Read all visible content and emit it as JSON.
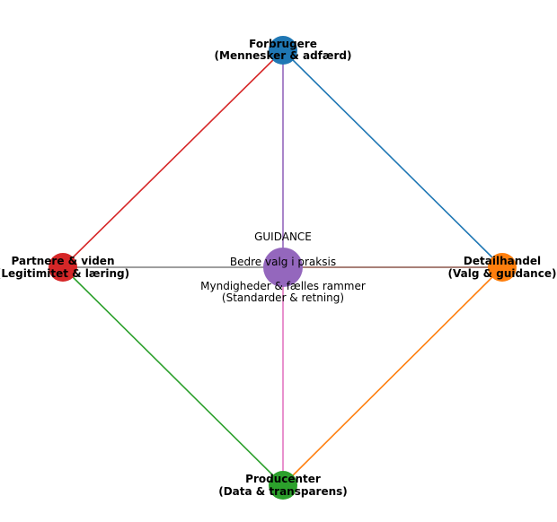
{
  "diagram": {
    "center": {
      "title": "GUIDANCE",
      "line1": "Bedre valg i praksis",
      "sub1": "Myndigheder & fælles rammer",
      "sub2": "(Standarder & retning)",
      "color": "#9467bd"
    },
    "nodes": {
      "top": {
        "line1": "Forbrugere",
        "line2": "(Mennesker & adfærd)",
        "color": "#1f77b4"
      },
      "right": {
        "line1": "Detailhandel",
        "line2": "(Valg & guidance)",
        "color": "#ff7f0e"
      },
      "bottom": {
        "line1": "Producenter",
        "line2": "(Data & transparens)",
        "color": "#2ca02c"
      },
      "left": {
        "line1": "Partnere & viden",
        "line2": "(Legitimitet & læring)",
        "color": "#d62728"
      }
    },
    "edge_colors": {
      "top_right": "#1f77b4",
      "right_bottom": "#ff7f0e",
      "bottom_left": "#2ca02c",
      "left_top": "#d62728",
      "center_top": "#9467bd",
      "center_right": "#8c564b",
      "center_bottom": "#e377c2",
      "center_left": "#7f7f7f"
    }
  }
}
